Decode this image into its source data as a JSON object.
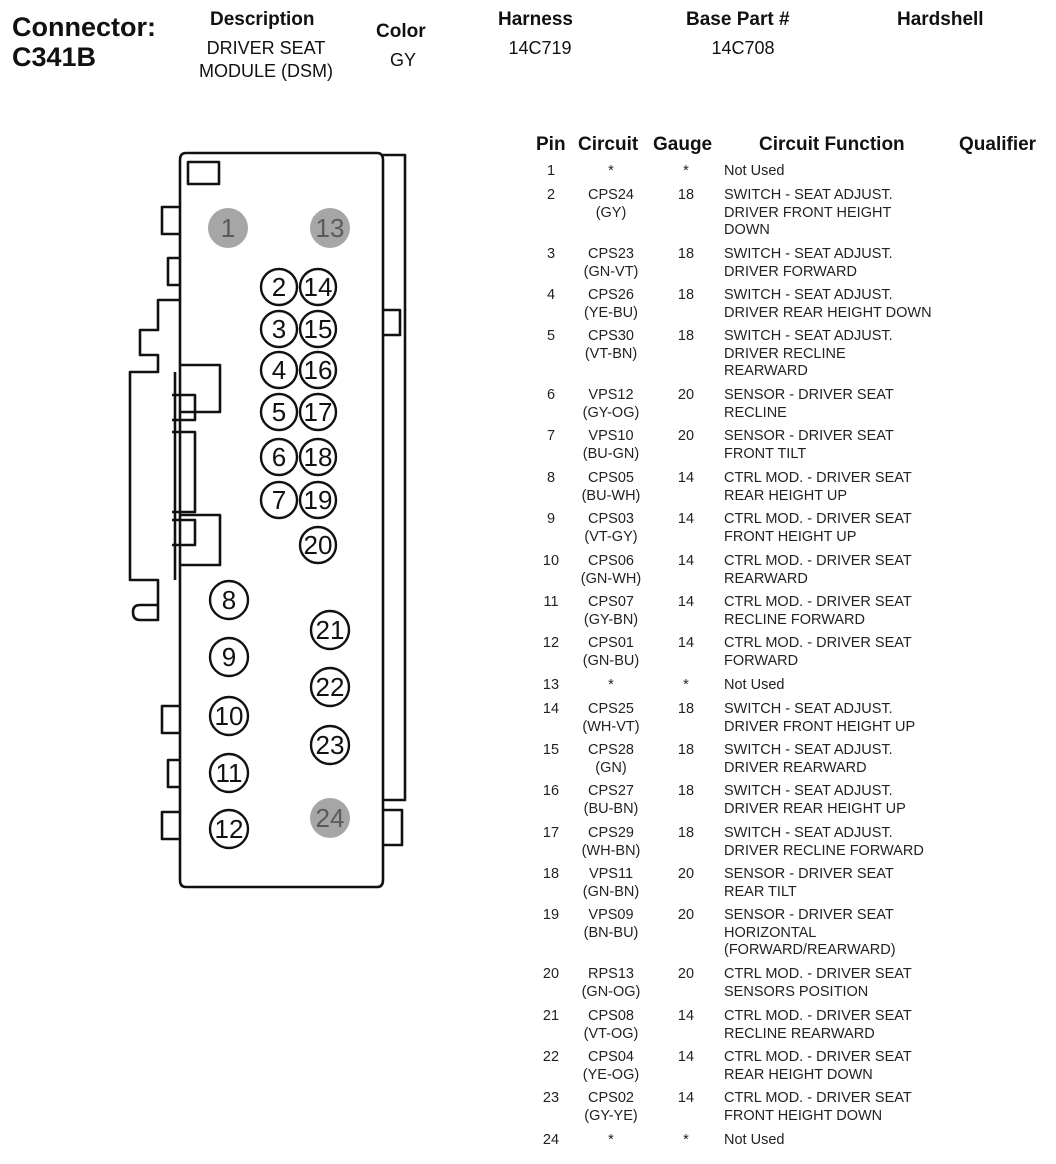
{
  "header": {
    "connector_label": "Connector:",
    "connector_id": "C341B",
    "description_label": "Description",
    "description_value": "DRIVER SEAT\nMODULE (DSM)",
    "color_label": "Color",
    "color_value": "GY",
    "harness_label": "Harness",
    "harness_value": "14C719",
    "base_part_label": "Base Part #",
    "base_part_value": "14C708",
    "hardshell_label": "Hardshell"
  },
  "table": {
    "headers": {
      "pin": "Pin",
      "circuit": "Circuit",
      "gauge": "Gauge",
      "function": "Circuit Function",
      "qualifier": "Qualifier"
    },
    "rows": [
      {
        "pin": "1",
        "circuit": "*",
        "gauge": "*",
        "function": "Not Used"
      },
      {
        "pin": "2",
        "circuit": "CPS24\n(GY)",
        "gauge": "18",
        "function": "SWITCH - SEAT ADJUST.\nDRIVER FRONT HEIGHT\nDOWN"
      },
      {
        "pin": "3",
        "circuit": "CPS23\n(GN-VT)",
        "gauge": "18",
        "function": "SWITCH - SEAT ADJUST.\nDRIVER FORWARD"
      },
      {
        "pin": "4",
        "circuit": "CPS26\n(YE-BU)",
        "gauge": "18",
        "function": "SWITCH - SEAT ADJUST.\nDRIVER REAR HEIGHT DOWN"
      },
      {
        "pin": "5",
        "circuit": "CPS30\n(VT-BN)",
        "gauge": "18",
        "function": "SWITCH - SEAT ADJUST.\nDRIVER RECLINE\nREARWARD"
      },
      {
        "pin": "6",
        "circuit": "VPS12\n(GY-OG)",
        "gauge": "20",
        "function": "SENSOR - DRIVER SEAT\nRECLINE"
      },
      {
        "pin": "7",
        "circuit": "VPS10\n(BU-GN)",
        "gauge": "20",
        "function": "SENSOR - DRIVER SEAT\nFRONT TILT"
      },
      {
        "pin": "8",
        "circuit": "CPS05\n(BU-WH)",
        "gauge": "14",
        "function": "CTRL MOD. - DRIVER SEAT\nREAR HEIGHT UP"
      },
      {
        "pin": "9",
        "circuit": "CPS03\n(VT-GY)",
        "gauge": "14",
        "function": "CTRL MOD. - DRIVER SEAT\nFRONT HEIGHT UP"
      },
      {
        "pin": "10",
        "circuit": "CPS06\n(GN-WH)",
        "gauge": "14",
        "function": "CTRL MOD. - DRIVER SEAT\nREARWARD"
      },
      {
        "pin": "11",
        "circuit": "CPS07\n(GY-BN)",
        "gauge": "14",
        "function": "CTRL MOD. - DRIVER SEAT\nRECLINE FORWARD"
      },
      {
        "pin": "12",
        "circuit": "CPS01\n(GN-BU)",
        "gauge": "14",
        "function": "CTRL MOD. - DRIVER SEAT\nFORWARD"
      },
      {
        "pin": "13",
        "circuit": "*",
        "gauge": "*",
        "function": "Not Used"
      },
      {
        "pin": "14",
        "circuit": "CPS25\n(WH-VT)",
        "gauge": "18",
        "function": "SWITCH - SEAT ADJUST.\nDRIVER FRONT HEIGHT UP"
      },
      {
        "pin": "15",
        "circuit": "CPS28\n(GN)",
        "gauge": "18",
        "function": "SWITCH - SEAT ADJUST.\nDRIVER REARWARD"
      },
      {
        "pin": "16",
        "circuit": "CPS27\n(BU-BN)",
        "gauge": "18",
        "function": "SWITCH - SEAT ADJUST.\nDRIVER REAR HEIGHT UP"
      },
      {
        "pin": "17",
        "circuit": "CPS29\n(WH-BN)",
        "gauge": "18",
        "function": "SWITCH - SEAT ADJUST.\nDRIVER RECLINE FORWARD"
      },
      {
        "pin": "18",
        "circuit": "VPS11\n(GN-BN)",
        "gauge": "20",
        "function": "SENSOR - DRIVER SEAT\nREAR TILT"
      },
      {
        "pin": "19",
        "circuit": "VPS09\n(BN-BU)",
        "gauge": "20",
        "function": "SENSOR - DRIVER SEAT\nHORIZONTAL\n(FORWARD/REARWARD)"
      },
      {
        "pin": "20",
        "circuit": "RPS13\n(GN-OG)",
        "gauge": "20",
        "function": "CTRL MOD. - DRIVER SEAT\nSENSORS POSITION"
      },
      {
        "pin": "21",
        "circuit": "CPS08\n(VT-OG)",
        "gauge": "14",
        "function": "CTRL MOD. - DRIVER SEAT\nRECLINE REARWARD"
      },
      {
        "pin": "22",
        "circuit": "CPS04\n(YE-OG)",
        "gauge": "14",
        "function": "CTRL MOD. - DRIVER SEAT\nREAR HEIGHT DOWN"
      },
      {
        "pin": "23",
        "circuit": "CPS02\n(GY-YE)",
        "gauge": "14",
        "function": "CTRL MOD. - DRIVER SEAT\nFRONT HEIGHT DOWN"
      },
      {
        "pin": "24",
        "circuit": "*",
        "gauge": "*",
        "function": "Not Used"
      }
    ]
  },
  "diagram": {
    "unused_pin_fill": "#a6a6a6",
    "pins": [
      "1",
      "2",
      "3",
      "4",
      "5",
      "6",
      "7",
      "8",
      "9",
      "10",
      "11",
      "12",
      "13",
      "14",
      "15",
      "16",
      "17",
      "18",
      "19",
      "20",
      "21",
      "22",
      "23",
      "24"
    ]
  }
}
